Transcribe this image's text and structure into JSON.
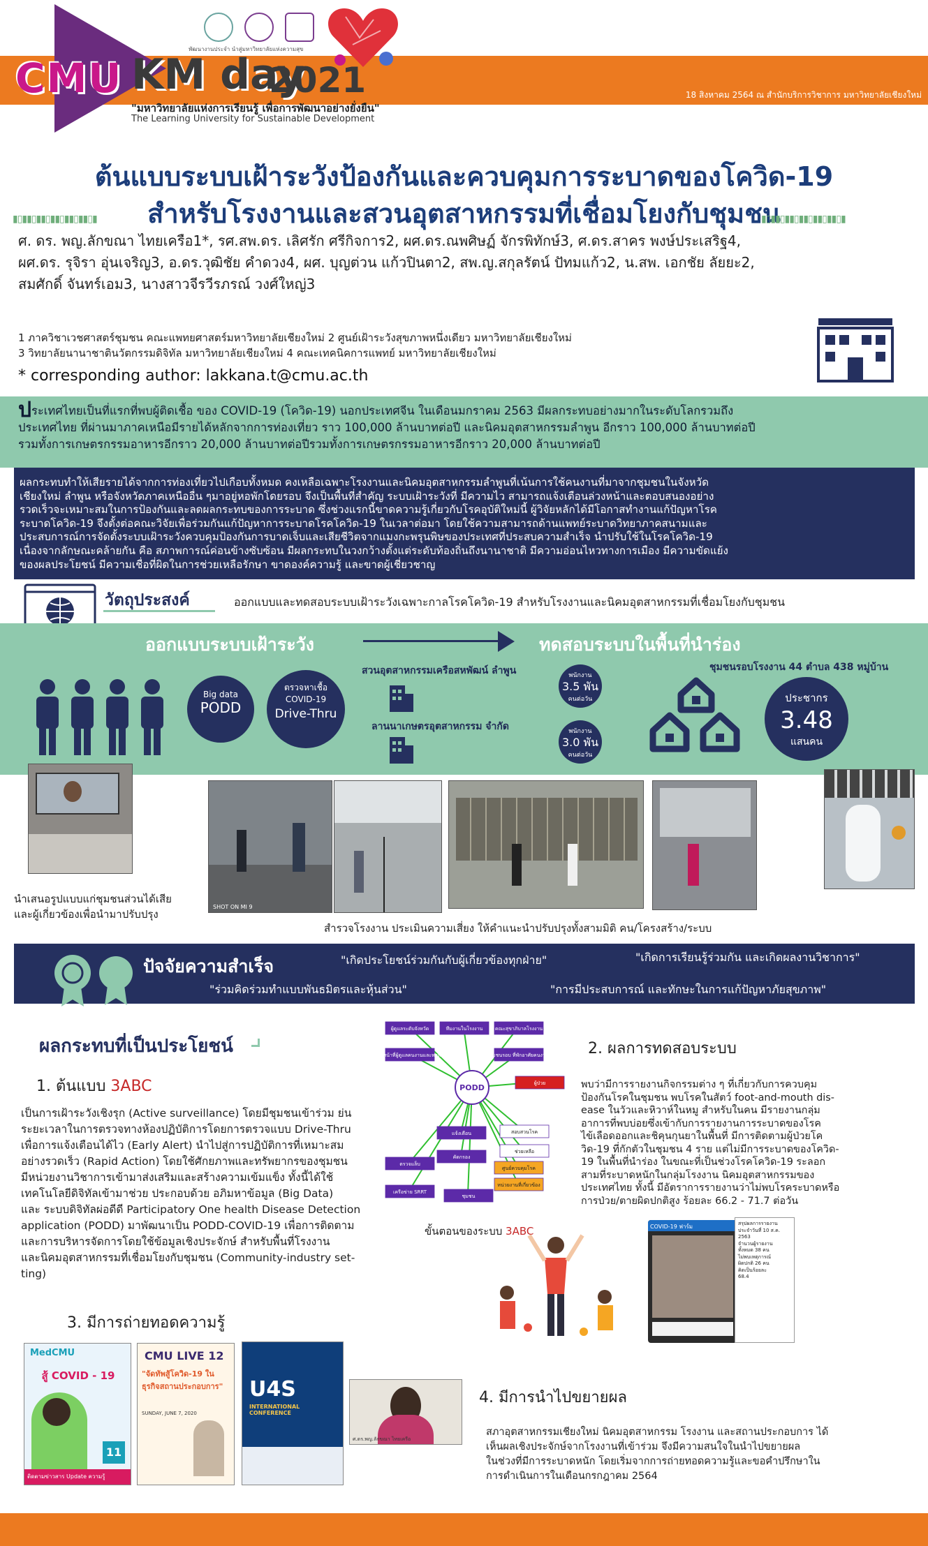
{
  "header": {
    "logo_cmu": "CMU",
    "logo_km": "KM day",
    "logo_year": "2021",
    "slogan_th": "\"มหาวิทยาลัยแห่งการเรียนรู้ เพื่อการพัฒนาอย่างยั่งยืน\"",
    "slogan_en": "The Learning University for Sustainable Development",
    "partner_text": "พัฒนางานประจำ นำสู่มหาวิทยาลัยแห่งความสุข",
    "event_line": "18 สิงหาคม 2564  ณ  สำนักบริการวิชาการ  มหาวิทยาลัยเชียงใหม่",
    "colors": {
      "orange": "#ec7a20",
      "purple": "#6a2c7e",
      "magenta": "#c9188a",
      "navy": "#25305f",
      "green": "#8fc9ad",
      "title_blue": "#1c3d7a"
    }
  },
  "title": {
    "line1": "ต้นแบบระบบเฝ้าระวังป้องกันและควบคุมการระบาดของโควิด-19",
    "line2": "สำหรับโรงงานและสวนอุตสาหกรรมที่เชื่อมโยงกับชุมชน"
  },
  "authors": {
    "line1": "ศ. ดร. พญ.ลักขณา  ไทยเครือ1*, รศ.สพ.ดร. เลิศรัก ศรีกิจการ2, ผศ.ดร.ณพศิษฏ์ จักรพิทักษ์3, ศ.ดร.สาคร พงษ์ประเสริฐ4,",
    "line2": "ผศ.ดร. รุจิรา อุ่นเจริญ3, อ.ดร.วุฒิชัย คำดวง4, ผศ. บุญต่วน แก้วปินตา2, สพ.ญ.สกุลรัตน์ ปัทมแก้ว2, น.สพ. เอกชัย ลัยยะ2,",
    "line3": "สมศักดิ์ จันทร์เอม3, นางสาวจีรวีรภรณ์ วงศ์ใหญ่3"
  },
  "affiliations": {
    "line1": "1 ภาควิชาเวชศาสตร์ชุมชน คณะแพทยศาสตร์มหาวิทยาลัยเชียงใหม่   2 ศูนย์เฝ้าระวังสุขภาพหนึ่งเดียว มหาวิทยาลัยเชียงใหม่",
    "line2": "3 วิทยาลัยนานาชาตินวัตกรรมดิจิทัล มหาวิทยาลัยเชียงใหม่   4 คณะเทคนิคการแพทย์ มหาวิทยาลัยเชียงใหม่",
    "corresponding": "* corresponding author: lakkana.t@cmu.ac.th"
  },
  "intro": {
    "first_letter": "ป",
    "line1": "ระเทศไทยเป็นที่แรกที่พบผู้ติดเชื้อ ของ COVID-19 (โควิด-19) นอกประเทศจีน ในเดือนมกราคม 2563 มีผลกระทบอย่างมากในระดับโลกรวมถึง",
    "line2": "ประเทศไทย ที่ผ่านมาภาคเหนือมีรายได้หลักจากการท่องเที่ยว ราว 100,000 ล้านบาทต่อปี และนิคมอุตสาหกรรมลำพูน อีกราว 100,000 ล้านบาทต่อปี",
    "line3": "รวมทั้งการเกษตรกรรมอาหารอีกราว 20,000 ล้านบาทต่อปีรวมทั้งการเกษตรกรรมอาหารอีกราว 20,000 ล้านบาทต่อปี"
  },
  "impact_box": {
    "l1": "ผลกระทบทำให้เสียรายได้จากการท่องเที่ยวไปเกือบทั้งหมด คงเหลือเฉพาะโรงงานและนิคมอุตสาหกรรมลำพูนที่เน้นการใช้คนงานที่มาจากชุมชนในจังหวัด",
    "l2": "เชียงใหม่ ลำพูน หรือจังหวัดภาคเหนืออื่น ๆมาอยู่หอพักโดยรอบ จึงเป็นพื้นที่สำคัญ ระบบเฝ้าระวังที่ มีความไว สามารถแจ้งเตือนล่วงหน้าและตอบสนองอย่าง",
    "l3": "รวดเร็วจะเหมาะสมในการป้องกันและลดผลกระทบของการระบาด  ซึ่งช่วงแรกนี้ขาดความรู้เกี่ยวกับโรคอุบัติใหม่นี้ ผู้วิจัยหลักได้มีโอกาสทำงานแก้ปัญหาโรค",
    "l4": "ระบาดโควิด-19  จึงตั้งต่อคณะวิจัยเพื่อร่วมกันแก้ปัญหาการระบาดโรคโควิด-19 ในเวลาต่อมา โดยใช้ความสามารถด้านแพทย์ระบาดวิทยาภาคสนามและ",
    "l5": "ประสบการณ์การจัดตั้งระบบเฝ้าระวังควบคุมป้องกันการบาดเจ็บและเสียชีวิตจากแมงกะพรุนพิษของประเทศที่ประสบความสำเร็จ นำปรับใช้ในโรคโควิด-19",
    "l6": "เนื่องจากลักษณะคล้ายกัน คือ สภาพการณ์ค่อนข้างซับซ้อน มีผลกระทบในวงกว้างตั้งแต่ระดับท้องถิ่นถึงนานาชาติ มีความอ่อนไหวทางการเมือง มีความขัดแย้ง",
    "l7": "ของผลประโยชน์ มีความเชื่อที่ผิดในการช่วยเหลือรักษา ขาดองค์ความรู้ และขาดผู้เชี่ยวชาญ"
  },
  "objective": {
    "heading": "วัตถุประสงค์",
    "text": "ออกแบบและทดสอบระบบเฝ้าระวังเฉพาะกาลโรคโควิด-19 สำหรับโรงงานและนิคมอุตสาหกรรมที่เชื่อมโยงกับชุมชน"
  },
  "design": {
    "title": "ออกแบบระบบเฝ้าระวัง",
    "bigdata_small": "Big data",
    "bigdata_large": "PODD",
    "drive_small": "ตรวจหาเชื้อ COVID-19",
    "drive_large": "Drive-Thru"
  },
  "pilot": {
    "title": "ทดสอบระบบในพื้นที่นำร่อง",
    "site1": "สวนอุตสาหกรรมเครือสหพัฒน์ ลำพูน",
    "site2": "ลานนาเกษตรอุตสาหกรรม จำกัด",
    "w1_a": "พนักงาน",
    "w1_b": "3.5 พัน",
    "w1_c": "คนต่อวัน",
    "w2_a": "พนักงาน",
    "w2_b": "3.0 พัน",
    "w2_c": "คนต่อวัน",
    "community": "ชุมชนรอบโรงงาน 44 ตำบล 438 หมู่บ้าน",
    "pop_label": "ประชากร",
    "pop_value": "3.48",
    "pop_unit": "แสนคน"
  },
  "photos": {
    "caption_left1": "นำเสนอรูปแบบแก่ชุมชนส่วนได้เสีย",
    "caption_left2": "และผู้เกี่ยวข้องเพื่อนำมาปรับปรุง",
    "caption_bottom": "สำรวจโรงงาน ประเมินความเสี่ยง ให้คำแนะนำปรับปรุงทั้งสามมิติ คน/โครงสร้าง/ระบบ",
    "stamp": "SHOT ON MI 9"
  },
  "success": {
    "heading": "ปัจจัยความสำเร็จ",
    "q1": "\"เกิดประโยชน์ร่วมกันกับผู้เกี่ยวข้องทุกฝ่าย\"",
    "q2": "\"เกิดการเรียนรู้ร่วมกัน และเกิดผลงานวิชาการ\"",
    "q3": "\"ร่วมคิดร่วมทำแบบพันธมิตรและหุ้นส่วน\"",
    "q4": "\"การมีประสบการณ์ และทักษะในการแก้ปัญหาภัยสุขภาพ\""
  },
  "benefits": {
    "heading": "ผลกระทบที่เป็นประโยชน์",
    "s1_title": "1. ต้นแบบ ",
    "s1_title_red": "3ABC",
    "s1_body": [
      "เป็นการเฝ้าระวังเชิงรุก (Active surveillance) โดยมีชุมชนเข้าร่วม ย่น",
      "ระยะเวลาในการตรวจทางห้องปฏิบัติการโดยการตรวจแบบ Drive-Thru",
      "เพื่อการแจ้งเตือนได้ไว (Early Alert) นำไปสู่การปฏิบัติการที่เหมาะสม",
      "อย่างรวดเร็ว (Rapid Action) โดยใช้ศักยภาพและทรัพยากรของชุมชน",
      "มีหน่วยงานวิชาการเข้ามาส่งเสริมและสร้างความเข้มแข็ง ทั้งนี้ได้ใช้",
      "เทคโนโลยีดิจิทัลเข้ามาช่วย ประกอบด้วย อภิมหาข้อมูล (Big Data)",
      "และ ระบบดิจิทัลผ่อดีดี Participatory One health Disease Detection",
      "application (PODD) มาพัฒนาเป็น PODD-COVID-19 เพื่อการติดตาม",
      "และการบริหารจัดการโดยใช้ข้อมูลเชิงประจักษ์   สำหรับพื้นที่โรงงาน",
      "และนิคมอุตสาหกรรมที่เชื่อมโยงกับชุมชน (Community-industry set-",
      "ting)"
    ],
    "s3_title": "3. มีการถ่ายทอดความรู้",
    "diagram_caption": "ขั้นตอนของระบบ ",
    "diagram_caption_red": "3ABC",
    "diagram_center": "PODD",
    "diagram_nodes": [
      "ผู้ดูแลระดับจังหวัด",
      "ทีมงานในโรงงาน",
      "คณะสุขาภิบาลโรงงาน",
      "เจ้าหน้าที่ผู้ดูแลคนงานและหอพัก",
      "ชุมชนรอบ ที่พักอาศัยคนงาน",
      "ผู้ป่วย",
      "แจ้งเตือน",
      "สอบสวนโรค",
      "ช่วยเหลือ",
      "คัดกรอง",
      "ตรวจแล็บ",
      "ชุมชน",
      "เครือข่าย SRRT",
      "หน่วยงานที่เกี่ยวข้อง",
      "ศูนย์ควบคุมโรค"
    ],
    "s2_title": "2. ผลการทดสอบระบบ",
    "s2_body": [
      "พบว่ามีการรายงานกิจกรรมต่าง ๆ ที่เกี่ยวกับการควบคุม",
      "ป้องกันโรคในชุมชน  พบโรคในสัตว์ foot-and-mouth dis-",
      "ease ในวัวและหิวาห์ในหมู สำหรับในคน มีรายงานกลุ่ม",
      "อาการที่พบบ่อยซึ่งเข้ากับการรายงานการระบาดของโรค",
      "ไข้เลือดออกและชิคุนกุนยาในพื้นที่ มีการติดตามผู้ป่วยโค",
      "วิด-19 ที่กักตัวในชุมชน 4 ราย แต่ไม่มีการระบาดของโควิด-",
      "19 ในพื้นที่นำร่อง ในขณะที่เป็นช่วงโรคโควิด-19 ระลอก",
      "สามที่ระบาดหนักในกลุ่มโรงงาน นิคมอุตสาหกรรมของ",
      "ประเทศไทย ทั้งนี้ มีอัตราการรายงานว่าไม่พบโรคระบาดหรือ",
      "การป่วย/ตายผิดปกติสูง ร้อยละ 66.2 - 71.7 ต่อวัน"
    ],
    "s4_title": "4. มีการนำไปขยายผล",
    "s4_body": [
      "สภาอุตสาหกรรมเชียงใหม่ นิคมอุตสาหกรรม โรงงาน และสถานประกอบการ ได้",
      "เห็นผลเชิงประจักษ์จากโรงงานที่เข้าร่วม จึงมีความสนใจในนำไปขยายผล",
      "ในช่วงที่มีการระบาดหนัก โดยเริ่มจากการถ่ายทอดความรู้และขอคำปรึกษาใน",
      "การดำเนินการในเดือนกรกฎาคม 2564"
    ]
  },
  "posters": {
    "p1_brand": "MedCMU",
    "p1_title": "สู้ COVID - 19",
    "p1_foot": "ติดตามข่าวสาร Update ความรู้",
    "p1_date": "11",
    "p2_title": "CMU LIVE 12",
    "p2_sub": "\"จัดทัพสู้โควิด-19 ในธุรกิจสถานประกอบการ\"",
    "p2_date": "SUNDAY, JUNE 7, 2020",
    "p3_title": "U4S",
    "p3_sub": "INTERNATIONAL CONFERENCE",
    "p4_caption": "ศ.ดร.พญ.ลักขณา ไทยเครือ"
  },
  "phone": {
    "app_title": "COVID-19 ฟาร์ม",
    "report_lines": [
      "สรุปผลการรายงาน",
      "ประจำวันที่ 10 ส.ค.",
      "2563",
      "จำนวนผู้รายงาน",
      "ทั้งหมด 38 คน",
      "ไม่พบเหตุการณ์",
      "ผิดปกติ 26 คน",
      "คิดเป็นร้อยละ",
      "68.4"
    ]
  }
}
